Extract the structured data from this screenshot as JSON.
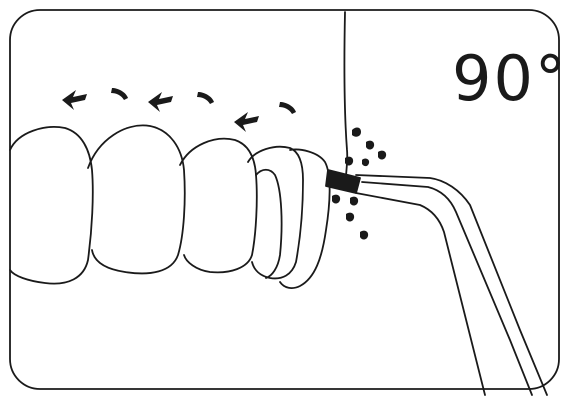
{
  "angle_label": "90°",
  "icons": {
    "frame": "rounded-frame",
    "teeth": "teeth-outline",
    "gumline": "gum-line",
    "flosser": "water-flosser-tip",
    "spray": "water-droplets",
    "arrows": "direction-arrows"
  },
  "colors": {
    "line": "#1a1a1a",
    "background": "#ffffff"
  }
}
